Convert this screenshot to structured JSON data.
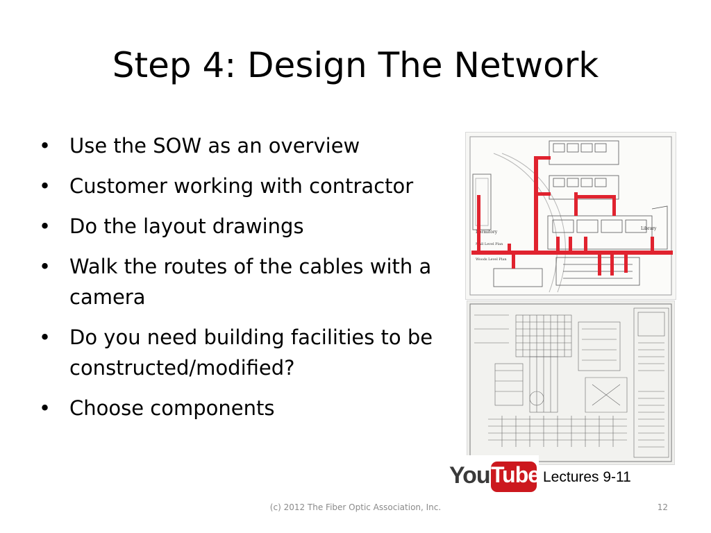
{
  "slide": {
    "title": "Step 4: Design The Network",
    "bullet_glyph": "•",
    "bullets": [
      {
        "text": "Use the SOW as an overview"
      },
      {
        "text": "Customer working with contractor"
      },
      {
        "text": "Do the layout drawings"
      },
      {
        "text": "Walk the routes of the cables with a camera"
      },
      {
        "text": "Do you need building facilities to be constructed/modified?"
      },
      {
        "text": "Choose components"
      }
    ],
    "drawing_labels": {
      "label_a": "Dormitory",
      "label_b": "Library",
      "label_c": "Mall Level Plan",
      "label_d": "Woods Level Plan"
    },
    "youtube": {
      "you": "You",
      "tube": "Tube"
    },
    "lectures": "Lectures 9-11",
    "footer": "(c) 2012 The Fiber Optic Association, Inc.",
    "page_number": "12"
  },
  "colors": {
    "cable_route": "#e0232f",
    "youtube_red": "#cc181e"
  }
}
